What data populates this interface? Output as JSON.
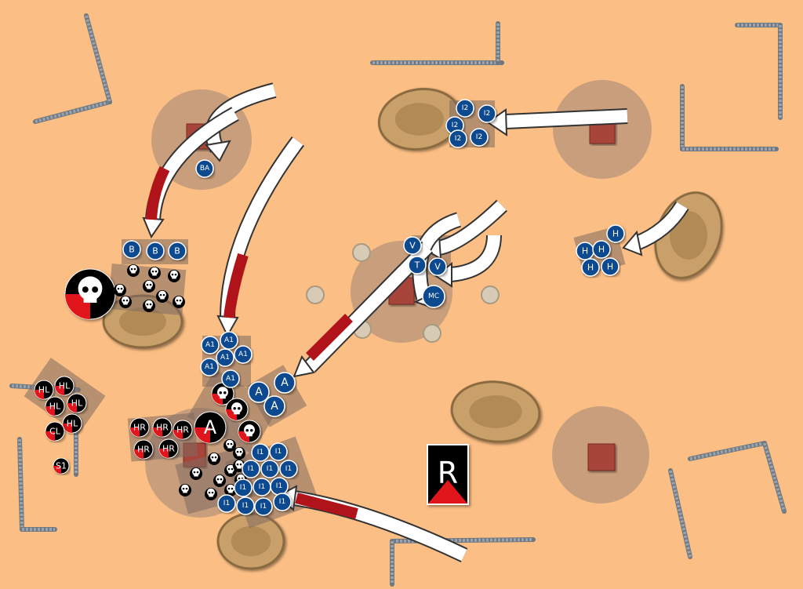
{
  "colors": {
    "ground": "#fbbe84",
    "blue_unit": "#0b4a8e",
    "enemy": "#000000",
    "enemy_accent": "#e0141c",
    "objective": "#b7937a",
    "house": "#a8443a",
    "rock": "#c9a06a",
    "wall": "#9aa3ad"
  },
  "blue_units": [
    "BA",
    "B",
    "B",
    "B",
    "A1",
    "A1",
    "A1",
    "A1",
    "A1",
    "A1",
    "A",
    "A",
    "A",
    "I1",
    "I1",
    "I1",
    "I1",
    "I1",
    "I1",
    "I1",
    "I1",
    "I1",
    "I1",
    "I1",
    "I1",
    "I2",
    "I2",
    "I2",
    "I2",
    "I2",
    "V",
    "T",
    "V",
    "MC",
    "H",
    "H",
    "H",
    "H",
    "H"
  ],
  "red_units": [
    "HL",
    "HL",
    "HL",
    "HL",
    "HL",
    "CL",
    "S1",
    "HR",
    "HR",
    "HR",
    "HR",
    "HR",
    "A"
  ],
  "marker": {
    "label": "R"
  }
}
